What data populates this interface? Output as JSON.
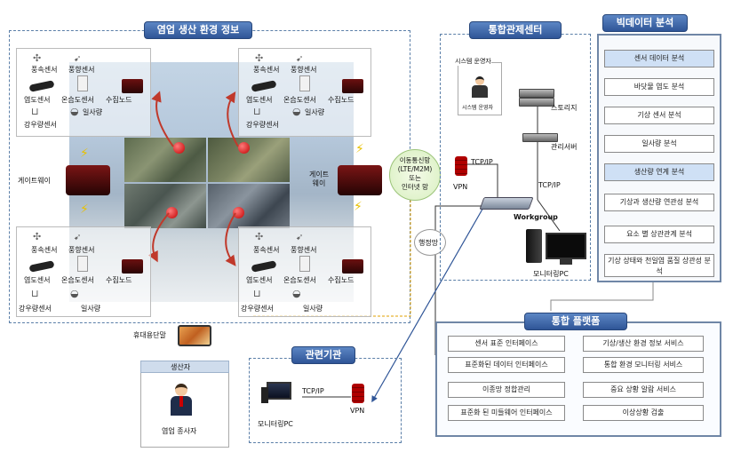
{
  "farm": {
    "title": "염업 생산 환경 정보",
    "cluster_a": {
      "wind_sensor": "풍속센서",
      "dir_sensor": "풍향센서",
      "salinity_sensor": "염도센서",
      "temp_humid_sensor": "온습도센서",
      "collector_node": "수집노드",
      "rain_sensor": "강우량센서",
      "solar": "일사량"
    },
    "gateway_left": "게이트웨이",
    "gateway_right": "게이트\n웨이",
    "network_cloud": "이동통신망\n(LTE/M2M)\n또는\n인터넷 망",
    "admin_network": "행정망",
    "mobile_terminal": "휴대용단말"
  },
  "producer": {
    "title": "생산자",
    "person_label": "염업 종사자"
  },
  "related": {
    "title": "관련기관",
    "tcpip": "TCP/IP",
    "vpn": "VPN",
    "pc": "모니터링PC"
  },
  "center": {
    "title": "통합관제센터",
    "operator_title": "시스템 운영자",
    "operator_label": "시스템 운영자",
    "storage": "스토리지",
    "mgmt_server": "관리서버",
    "tcpip_left": "TCP/IP",
    "tcpip_right": "TCP/IP",
    "vpn": "VPN",
    "workgroup": "Workgroup",
    "pc": "모니터링PC"
  },
  "bigdata": {
    "title": "빅데이터 분석",
    "items": [
      {
        "label": "센서 데이터 분석",
        "highlight": true
      },
      {
        "label": "바닷물 염도 분석",
        "highlight": false
      },
      {
        "label": "기상 센서 분석",
        "highlight": false
      },
      {
        "label": "일사량 분석",
        "highlight": false
      },
      {
        "label": "생산량 연계 분석",
        "highlight": true
      },
      {
        "label": "기상과 생산량 연관성 분석",
        "highlight": false
      },
      {
        "label": "요소 별 상관관계 분석",
        "highlight": false
      },
      {
        "label": "기상 상태와 천일염 품질 상관성 분석",
        "highlight": false
      }
    ]
  },
  "platform": {
    "title": "통합 플랫폼",
    "left": [
      "센서 표준 인터페이스",
      "표준화된 데이터 인터페이스",
      "이종망 정합관리",
      "표준화 된 미들웨어 인터페이스"
    ],
    "right": [
      "기상/생산 환경 정보 서비스",
      "통합 환경 모니터링 서비스",
      "중요 상황 알람 서비스",
      "이상상황 검출"
    ]
  }
}
